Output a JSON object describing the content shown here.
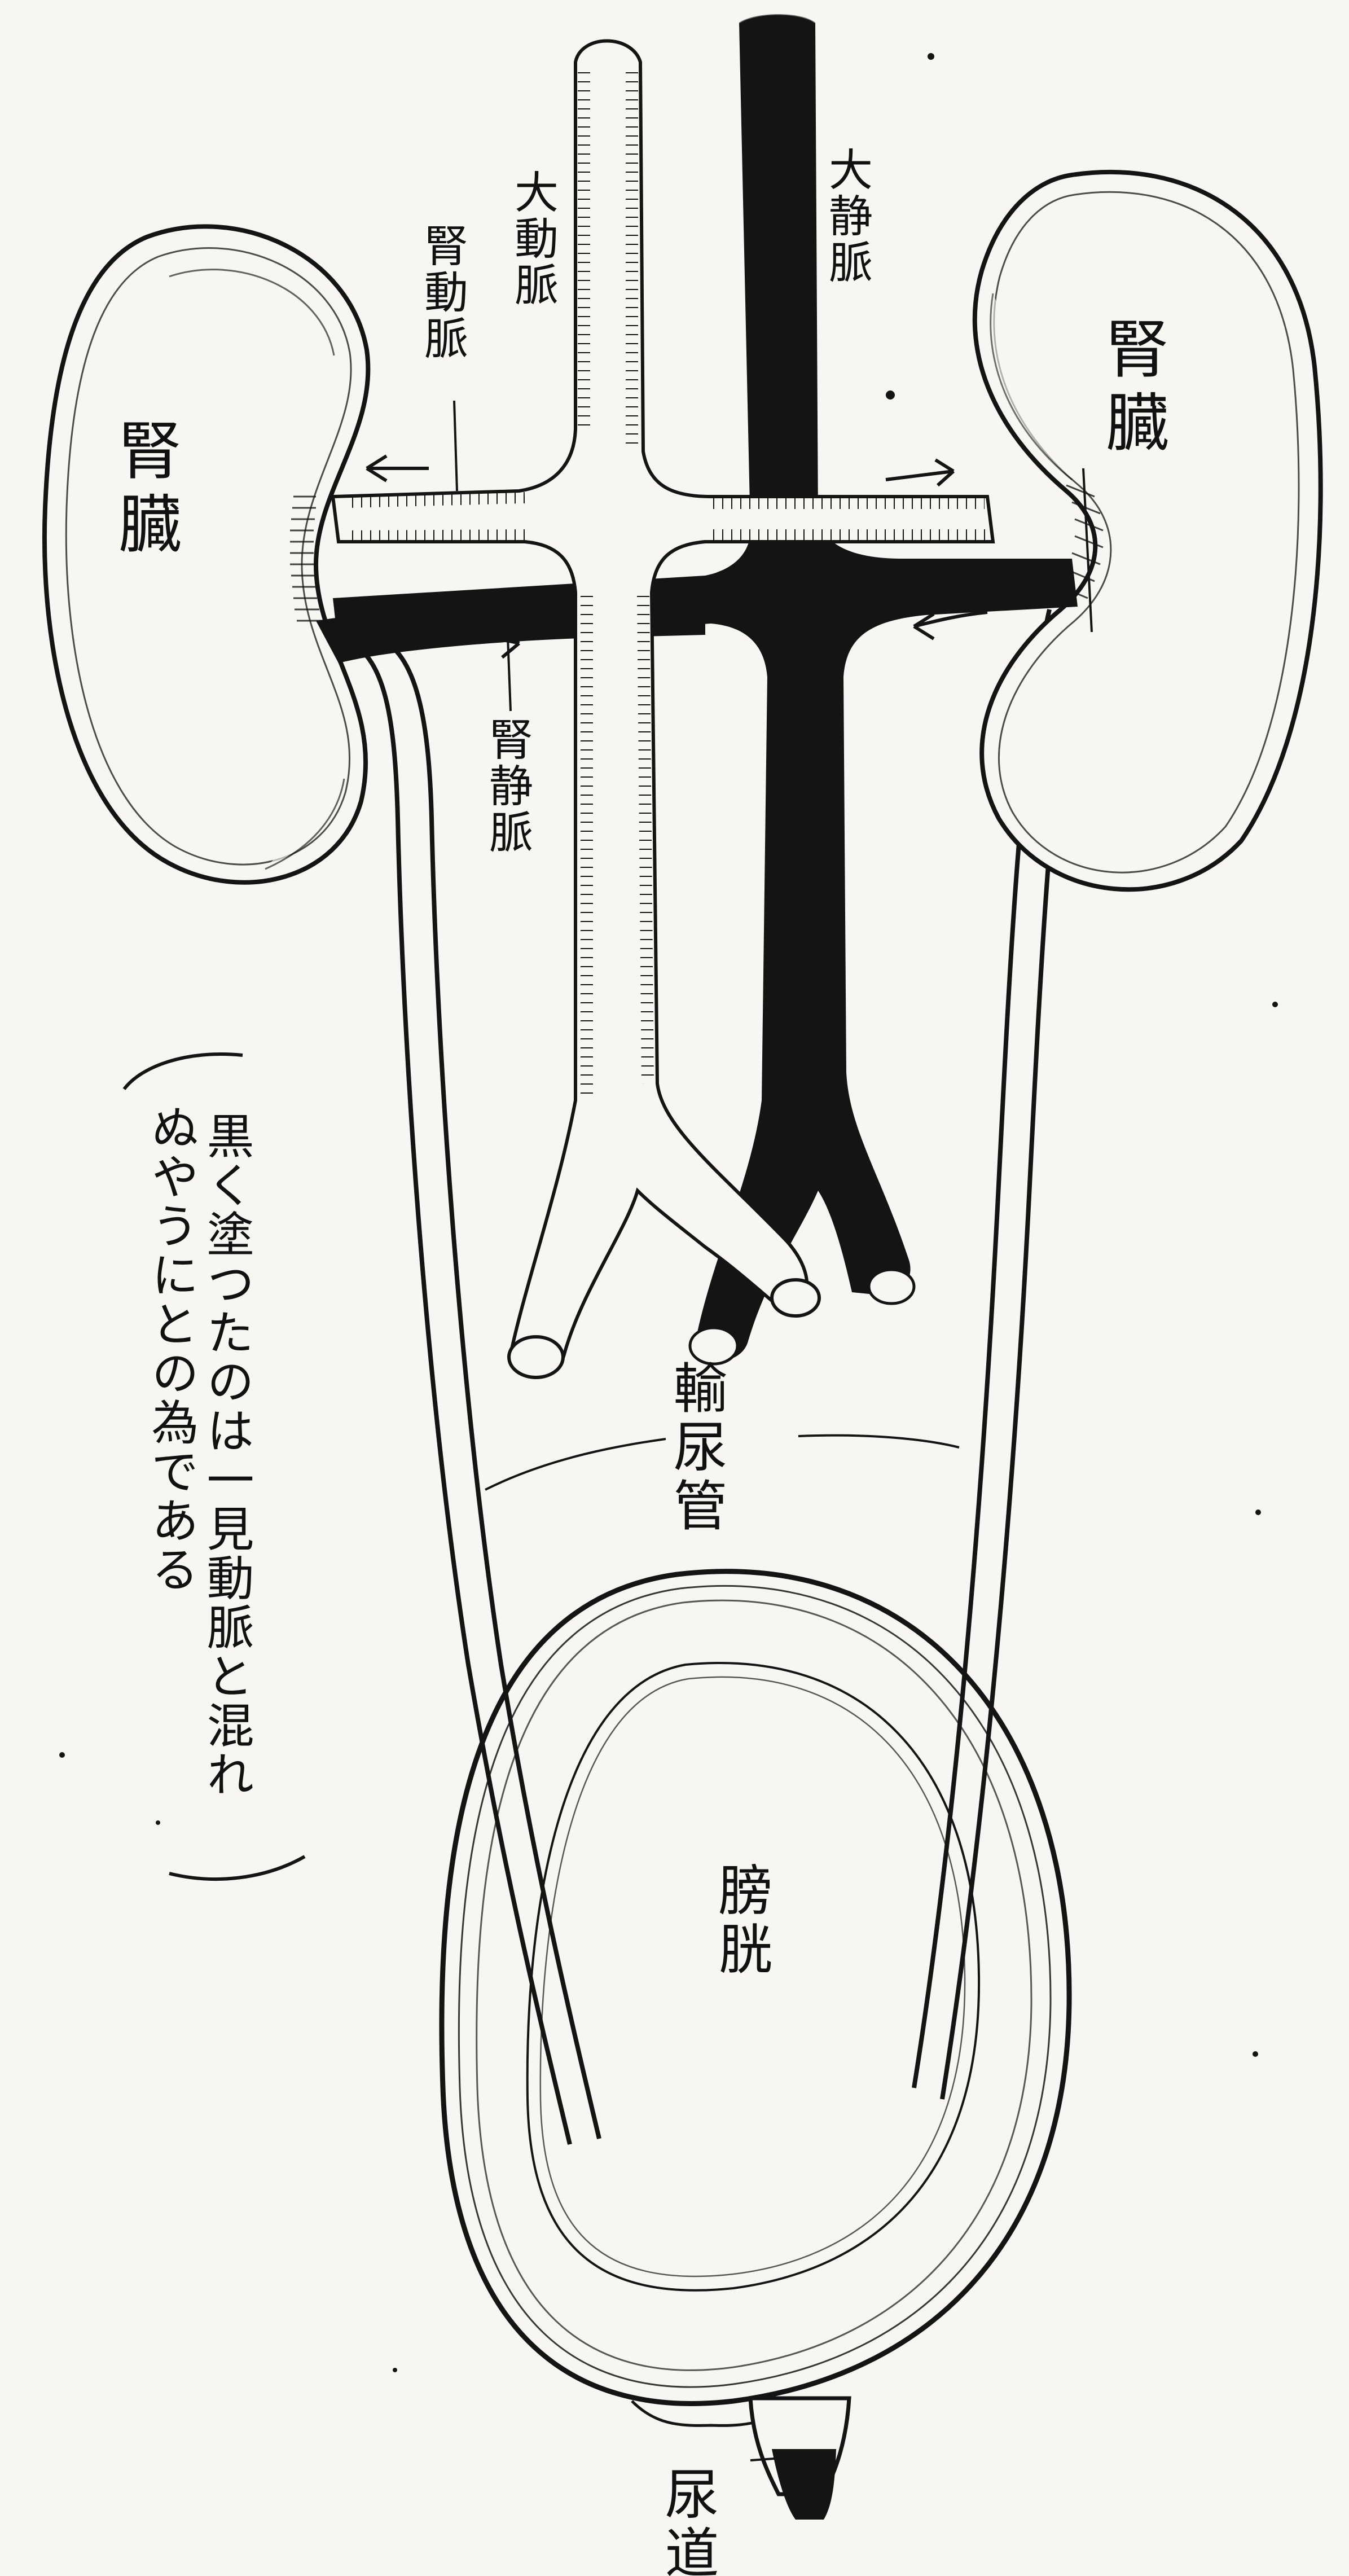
{
  "labels": {
    "aorta": "大動脈",
    "inferior_vena_cava": "大静脈",
    "renal_artery": "腎動脈",
    "renal_vein": "腎静脈",
    "kidney_left": "腎臓",
    "kidney_right": "腎臓",
    "ureter": "輸尿管",
    "bladder": "膀胱",
    "urethra": "尿道"
  },
  "note": {
    "line_1": "黒く塗つたのは一見動脈と混れ",
    "line_2": "ぬやうにとの為である"
  },
  "colors": {
    "paper": "#f7f6f2",
    "ink": "#141414",
    "vein_fill": "#141414",
    "artery_fill": "#f7f6f2"
  }
}
